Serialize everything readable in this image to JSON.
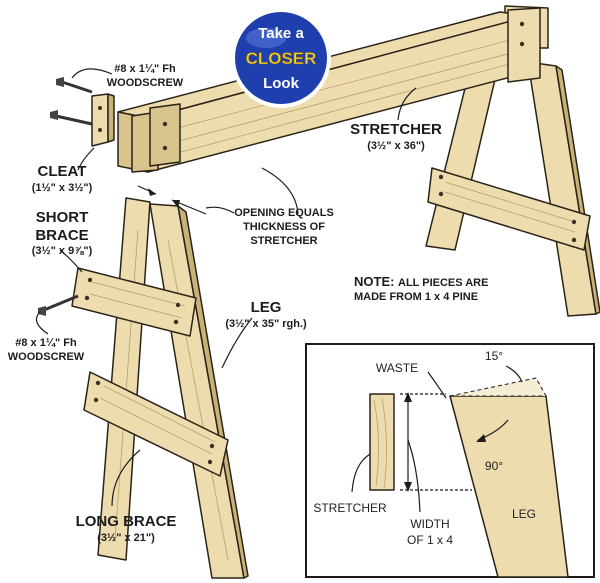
{
  "badge": {
    "line1": "Take a",
    "line2": "CLOSER",
    "line3": "Look",
    "colors": {
      "globe": "#1f3fae",
      "word": "#f2d43a"
    }
  },
  "labels": {
    "top_screw": {
      "name": "#8 x 1¼\" Fh",
      "sub": "WOODSCREW"
    },
    "stretcher": {
      "name": "STRETCHER",
      "dims": "(3½\" x 36\")"
    },
    "cleat": {
      "name": "CLEAT",
      "dims": "(1½\" x 3½\")"
    },
    "short_brace": {
      "name1": "SHORT",
      "name2": "BRACE",
      "dims": "(3½\" x 9⅞\")"
    },
    "opening": {
      "line1": "OPENING EQUALS",
      "line2": "THICKNESS OF",
      "line3": "STRETCHER"
    },
    "note": {
      "lead": "NOTE:",
      "line1": "ALL PIECES ARE",
      "line2": "MADE FROM 1 x 4 PINE"
    },
    "bottom_screw": {
      "name": "#8 x 1¼\" Fh",
      "sub": "WOODSCREW"
    },
    "leg": {
      "name": "LEG",
      "dims": "(3½\" x 35\" rgh.)"
    },
    "long_brace": {
      "name": "LONG BRACE",
      "dims": "(3½\" x 21\")"
    }
  },
  "detail": {
    "angle_top": "15°",
    "waste": "WASTE",
    "angle_right": "90°",
    "stretcher": "STRETCHER",
    "leg": "LEG",
    "width_line1": "WIDTH",
    "width_line2": "OF 1 x 4"
  }
}
